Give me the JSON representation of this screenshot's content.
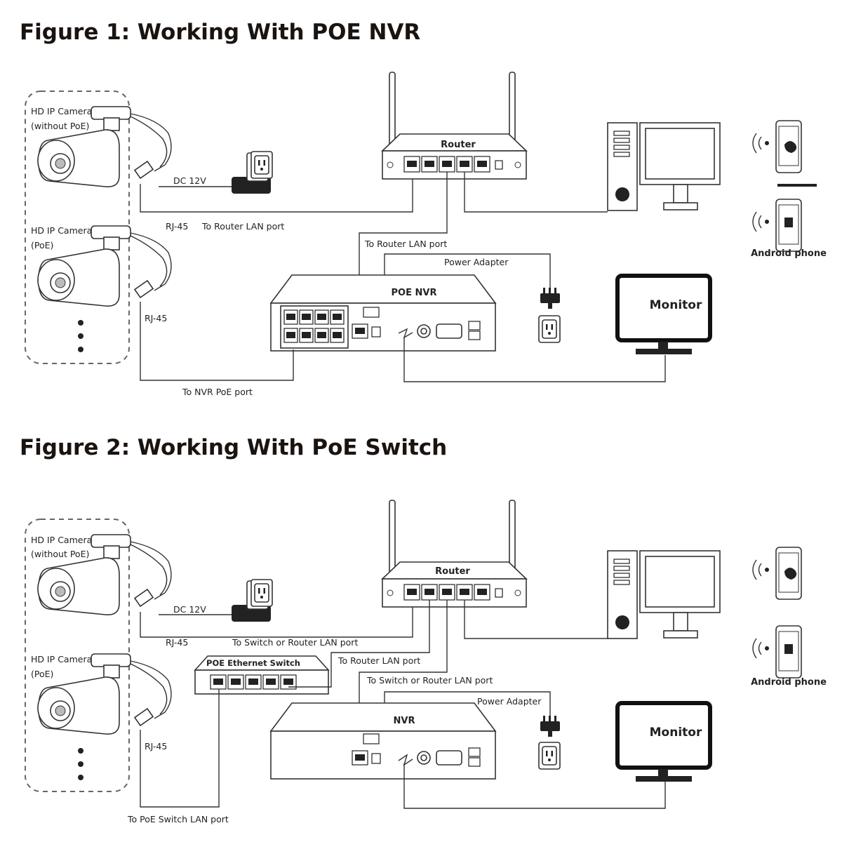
{
  "figures": [
    {
      "title": "Figure 1: Working With POE NVR",
      "camera1": [
        "HD IP Camera",
        "(without PoE)"
      ],
      "camera2": [
        "HD IP Camera",
        "(PoE)"
      ],
      "dc_label": "DC 12V",
      "rj45_1": "RJ-45",
      "to_router_cam": "To Router LAN port",
      "rj45_2": "RJ-45",
      "router": "Router",
      "to_router_nvr": "To Router LAN port",
      "power_adapter": "Power Adapter",
      "nvr": "POE NVR",
      "monitor": "Monitor",
      "android": "Android phone",
      "to_nvr_poe": "To NVR PoE port"
    },
    {
      "title": "Figure 2: Working With PoE Switch",
      "camera1": [
        "HD IP Camera",
        "(without PoE)"
      ],
      "camera2": [
        "HD IP Camera",
        "(PoE)"
      ],
      "dc_label": "DC 12V",
      "rj45_1": "RJ-45",
      "to_switch_router": "To Switch or Router LAN port",
      "poe_switch": "POE Ethernet Switch",
      "to_router_switch": "To Router LAN port",
      "to_switch_router_nvr": "To Switch or Router LAN port",
      "router": "Router",
      "power_adapter": "Power Adapter",
      "nvr": "NVR",
      "monitor": "Monitor",
      "android": "Android phone",
      "rj45_2": "RJ-45",
      "to_poe_switch": "To PoE Switch LAN port"
    }
  ]
}
